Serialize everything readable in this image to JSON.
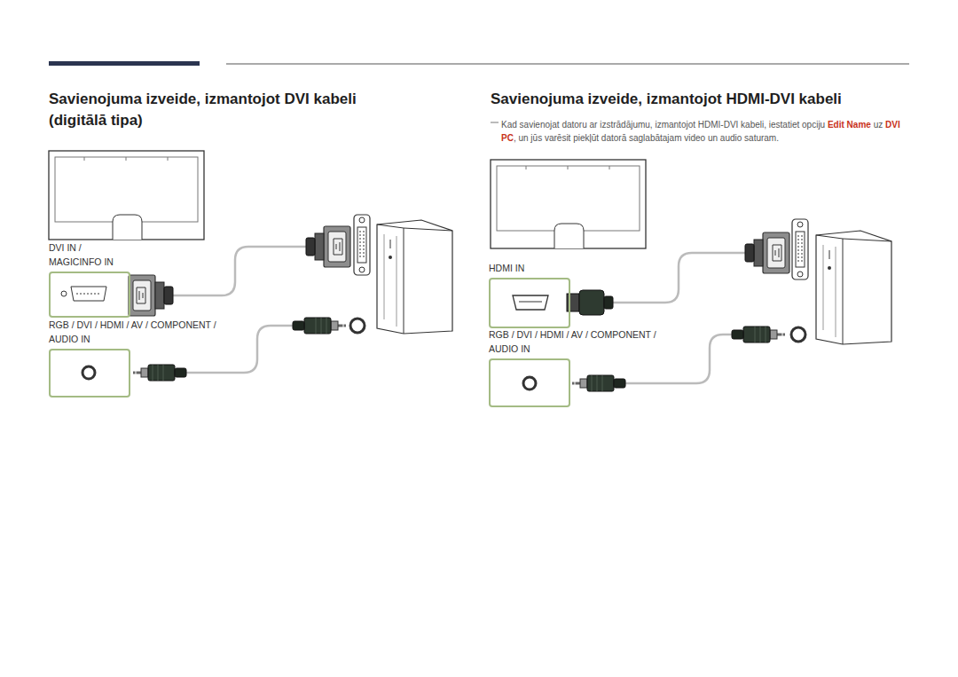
{
  "diagram": {
    "nodes": [
      {
        "text": [
          "DVI IN / MAGICINFO IN"
        ]
      },
      {
        "text": [
          "RGB / DVI / HDMI / AV / COMPONENT / AUDIO IN"
        ]
      },
      {
        "text": [
          "HDMI IN"
        ]
      },
      {
        "text": [
          "RGB / DVI / HDMI / AV / COMPONENT / AUDIO IN"
        ]
      }
    ],
    "labels": [
      "Savienojuma izveide, izmantojot DVI kabeli (digitālā tipa)",
      "Savienojuma izveide, izmantojot HDMI-DVI kabeli",
      "Kad savienojat datoru ar izstrādājumu, izmantojot HDMI-DVI kabeli, iestatiet opciju",
      "Edit Name",
      "uz",
      "DVI PC",
      ", un jūs varēsit piekļūt datorā saglabātajam video un audio saturam."
    ]
  }
}
